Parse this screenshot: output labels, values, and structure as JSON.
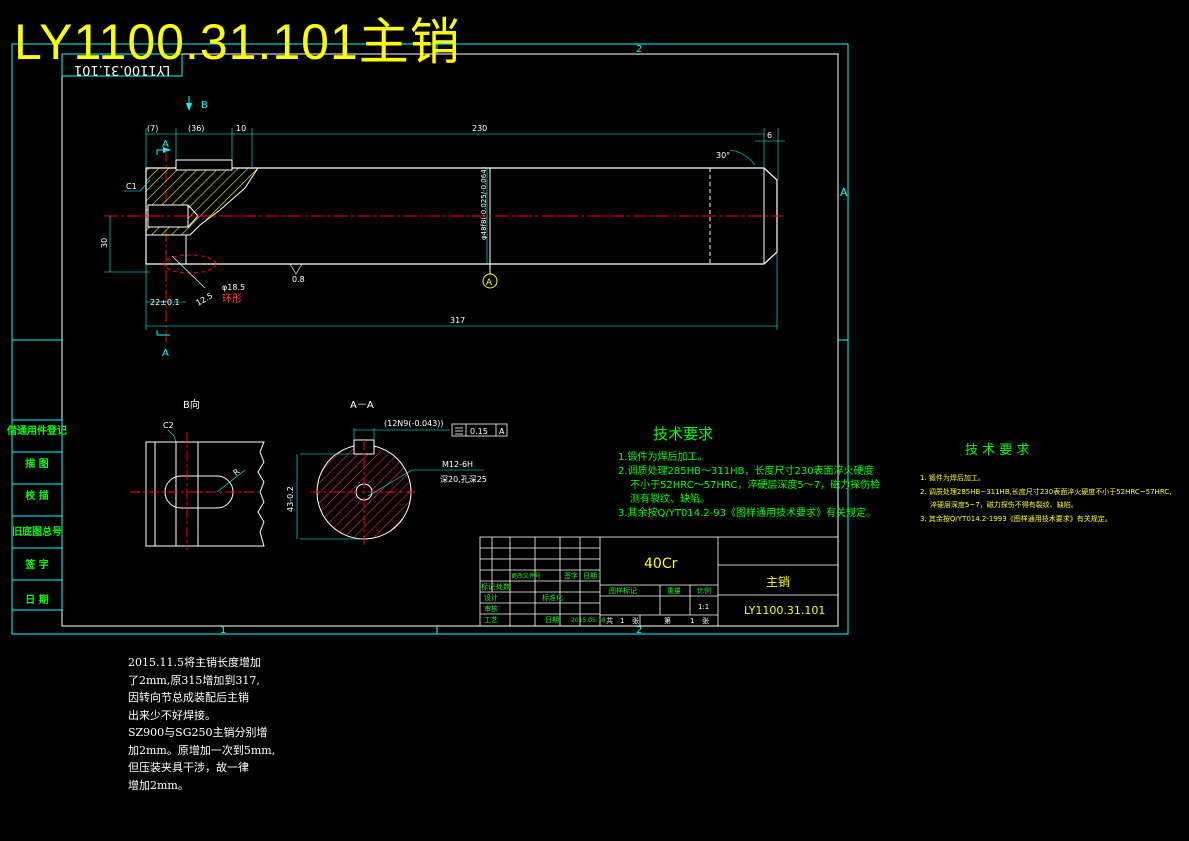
{
  "title": "LY1100.31.101主销",
  "stamp_code": "LY1100.31.101",
  "border": {
    "top_zone_1": "1",
    "top_zone_2": "2",
    "bottom_zone_1": "1",
    "bottom_zone_2": "2",
    "side_zone": "A"
  },
  "side_labels": [
    "借通用件登记",
    "描 图",
    "校 描",
    "旧底图总号",
    "签 字",
    "日 期"
  ],
  "views": {
    "view_b_arrow": "B",
    "section_a_top": "A",
    "section_a_bottom": "A",
    "view_b_title": "B向",
    "section_title": "A－A"
  },
  "dimensions": {
    "d_7": "(7)",
    "d_36": "(36)",
    "d_10": "10",
    "d_230": "230",
    "d_6": "6",
    "d_30deg": "30°",
    "c1": "C1",
    "d_30": "30",
    "d_48": "φ48f8(-0.025/-0.064)",
    "rough_08": "0.8",
    "datum_a": "A",
    "d_22": "22±0.1",
    "d_185": "φ18.5",
    "ring": "环形",
    "rough_125": "12.5",
    "d_317": "317",
    "c2": "C2",
    "r_small": "R",
    "keyway": "(12N9(-0.043))",
    "tol_val": "0.15",
    "tol_ref": "A",
    "d_43": "43-0.2",
    "thread": "M12-6H",
    "thread_depth": "深20,孔深25"
  },
  "tech_req": {
    "title": "技术要求",
    "lines": [
      "1.锻件为焊后加工。",
      "2.调质处理285HB～311HB，长度尺寸230表面淬火硬度",
      "不小于52HRC～57HRC，淬硬层深度5～7，磁力探伤检",
      "测有裂纹、缺陷。",
      "3.其余按Q/YT014.2-93《图样通用技术要求》有关规定。"
    ]
  },
  "tech_req_2": {
    "title": "技 术 要 求",
    "lines": [
      "1. 锻件为焊后加工。",
      "2. 调质处理285HB~311HB,长度尺寸230表面淬火硬度不小于52HRC~57HRC,",
      "淬硬层深度5~7，磁力探伤不得有裂纹、缺陷。",
      "3. 其余按Q/YT014.2-1993《图样通用技术要求》有关规定。"
    ]
  },
  "title_block": {
    "material": "40Cr",
    "part_name": "主销",
    "part_code": "LY1100.31.101",
    "col_headers": [
      "标记",
      "处数",
      "更改文件号",
      "签字",
      "日期"
    ],
    "design_label": "设计",
    "std_label": "标准化",
    "review_label": "审核",
    "process_label": "工艺",
    "date_label": "日期",
    "date_value": "2015.05.10",
    "stage_label": "图样标记",
    "weight_label": "重量",
    "scale_label": "比例",
    "scale_value": "1:1",
    "total_label": "共",
    "total_val": "1",
    "sheet_label": "张",
    "sheet_no_label": "第",
    "sheet_no_val": "1",
    "sheet_suffix": "张"
  },
  "change_note": [
    "2015.11.5将主销长度增加",
    "了2mm,原315增加到317,",
    "因转向节总成装配后主销",
    "出来少不好焊接。",
    "SZ900与SG250主销分别增",
    "加2mm。原增加一次到5mm,",
    "但压装夹具干涉，故一律",
    "增加2mm。"
  ],
  "colors": {
    "frame": "#00ffff",
    "outline": "#ffffff",
    "hatch": "#ffff00",
    "center": "#ff0000",
    "dim": "#00ff00",
    "title": "#ffff00"
  }
}
